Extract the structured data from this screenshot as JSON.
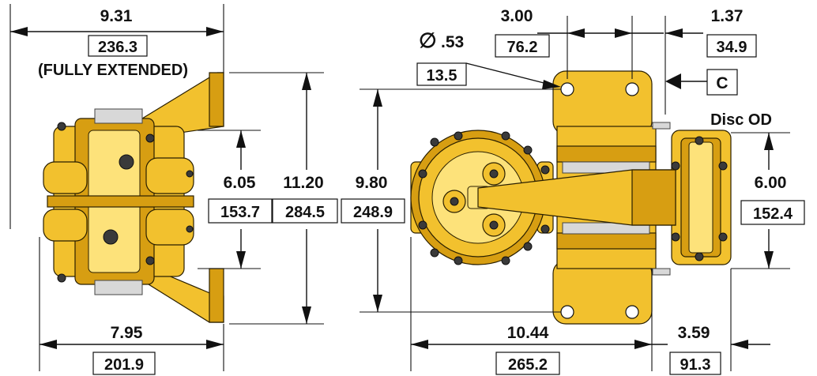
{
  "dimensions": {
    "left_overall_width": "9.31",
    "left_overall_width_mm": "236.3",
    "fully_extended_note": "(FULLY EXTENDED)",
    "left_bottom_width": "7.95",
    "left_bottom_width_mm": "201.9",
    "left_inner_height": "6.05",
    "left_inner_height_mm": "153.7",
    "left_overall_height": "11.20",
    "left_overall_height_mm": "284.5",
    "hole_diameter": ".53",
    "hole_diameter_mm": "13.5",
    "diameter_symbol": "∅",
    "mount_width": "3.00",
    "mount_width_mm": "76.2",
    "offset_width": "1.37",
    "offset_width_mm": "34.9",
    "datum_label": "C",
    "disc_od_label": "Disc OD",
    "disc_od": "6.00",
    "disc_od_mm": "152.4",
    "right_height": "9.80",
    "right_height_mm": "248.9",
    "right_overall_width": "10.44",
    "right_overall_width_mm": "265.2",
    "right_offset": "3.59",
    "right_offset_mm": "91.3"
  },
  "colors": {
    "body": "#f2c12e",
    "shadow": "#d79e12",
    "highlight": "#fde27a",
    "bolt": "#3a3a3a"
  }
}
